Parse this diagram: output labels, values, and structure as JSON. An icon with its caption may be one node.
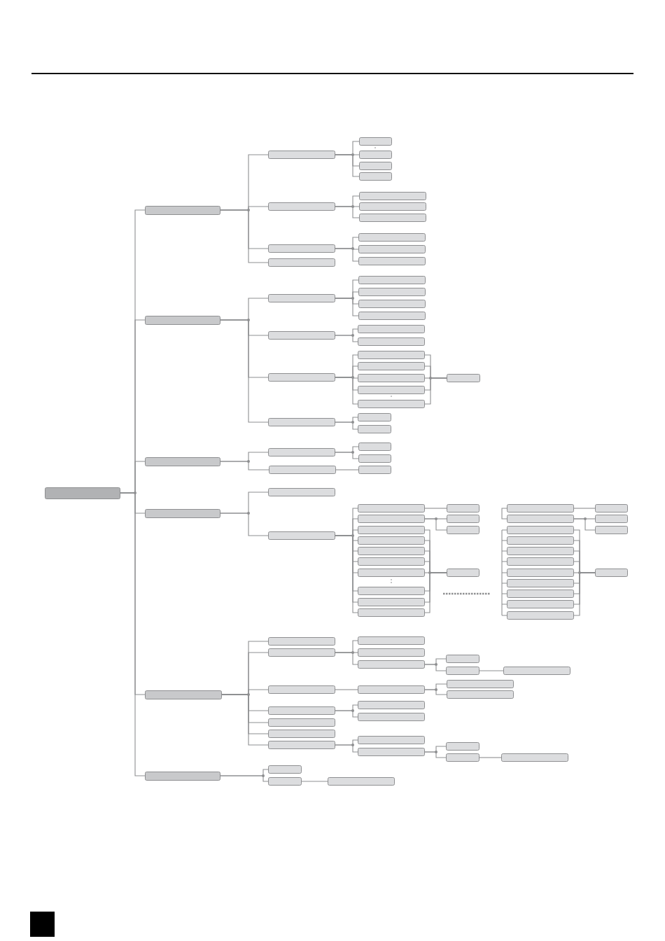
{
  "diagram": {
    "nodes": [
      {
        "text": [],
        "shape": "box"
      },
      {
        "text": [],
        "shape": "box"
      },
      {
        "text": [],
        "shape": "box"
      },
      {
        "text": [],
        "shape": "box"
      },
      {
        "text": [],
        "shape": "box"
      },
      {
        "text": [],
        "shape": "box"
      },
      {
        "text": [],
        "shape": "box"
      },
      {
        "text": [],
        "shape": "box"
      },
      {
        "text": [],
        "shape": "box"
      },
      {
        "text": [],
        "shape": "box"
      },
      {
        "text": [],
        "shape": "box"
      },
      {
        "text": [],
        "shape": "box"
      },
      {
        "text": [],
        "shape": "box"
      },
      {
        "text": [],
        "shape": "box"
      },
      {
        "text": [],
        "shape": "box"
      },
      {
        "text": [],
        "shape": "box"
      },
      {
        "text": [],
        "shape": "box"
      },
      {
        "text": [],
        "shape": "box"
      },
      {
        "text": [],
        "shape": "box"
      },
      {
        "text": [],
        "shape": "box"
      },
      {
        "text": [],
        "shape": "box"
      },
      {
        "text": [],
        "shape": "box"
      },
      {
        "text": [],
        "shape": "box"
      },
      {
        "text": [],
        "shape": "box"
      },
      {
        "text": [],
        "shape": "box"
      },
      {
        "text": [],
        "shape": "box"
      },
      {
        "text": [],
        "shape": "box"
      },
      {
        "text": [],
        "shape": "box"
      },
      {
        "text": [],
        "shape": "box"
      },
      {
        "text": [],
        "shape": "box"
      },
      {
        "text": [],
        "shape": "box"
      },
      {
        "text": [],
        "shape": "box"
      },
      {
        "text": [],
        "shape": "box"
      },
      {
        "text": [],
        "shape": "box"
      },
      {
        "text": [],
        "shape": "box"
      },
      {
        "text": [],
        "shape": "box"
      },
      {
        "text": [],
        "shape": "box"
      },
      {
        "text": [],
        "shape": "box"
      },
      {
        "text": [],
        "shape": "box"
      },
      {
        "text": [],
        "shape": "box"
      },
      {
        "text": [],
        "shape": "box"
      },
      {
        "text": [],
        "shape": "box"
      },
      {
        "text": [],
        "shape": "box"
      },
      {
        "text": [],
        "shape": "box"
      },
      {
        "text": [],
        "shape": "box"
      },
      {
        "text": [],
        "shape": "box"
      },
      {
        "text": [],
        "shape": "box"
      },
      {
        "text": [],
        "shape": "box"
      },
      {
        "text": [],
        "shape": "box"
      },
      {
        "text": [],
        "shape": "box"
      },
      {
        "text": [],
        "shape": "box"
      },
      {
        "text": [],
        "shape": "box"
      },
      {
        "text": [],
        "shape": "box"
      },
      {
        "text": [],
        "shape": "box"
      },
      {
        "text": [],
        "shape": "box"
      },
      {
        "text": [],
        "shape": "box"
      },
      {
        "text": [],
        "shape": "box"
      },
      {
        "text": [],
        "shape": "box"
      },
      {
        "text": [],
        "shape": "box"
      },
      {
        "text": [],
        "shape": "box"
      },
      {
        "text": [],
        "shape": "box"
      },
      {
        "text": [],
        "shape": "box"
      },
      {
        "text": [],
        "shape": "box"
      },
      {
        "text": [],
        "shape": "box"
      },
      {
        "text": [],
        "shape": "box"
      },
      {
        "text": [],
        "shape": "box"
      },
      {
        "text": [],
        "shape": "box"
      },
      {
        "text": [],
        "shape": "box"
      },
      {
        "text": [],
        "shape": "box"
      },
      {
        "text": [],
        "shape": "box"
      },
      {
        "text": [],
        "shape": "box"
      },
      {
        "text": [],
        "shape": "box"
      },
      {
        "text": [],
        "shape": "box"
      },
      {
        "text": [],
        "shape": "box"
      },
      {
        "text": [],
        "shape": "box"
      },
      {
        "text": [],
        "shape": "box"
      },
      {
        "text": [],
        "shape": "box"
      },
      {
        "text": [],
        "shape": "box"
      },
      {
        "text": [],
        "shape": "box"
      },
      {
        "text": [],
        "shape": "box"
      },
      {
        "text": [],
        "shape": "box"
      },
      {
        "text": [],
        "shape": "box"
      },
      {
        "text": [],
        "shape": "box"
      },
      {
        "text": [],
        "shape": "box"
      },
      {
        "text": [],
        "shape": "box"
      },
      {
        "text": [],
        "shape": "box"
      },
      {
        "text": [],
        "shape": "box"
      },
      {
        "text": [],
        "shape": "box"
      },
      {
        "text": [],
        "shape": "box"
      },
      {
        "text": [],
        "shape": "box"
      },
      {
        "text": [],
        "shape": "box"
      },
      {
        "text": [],
        "shape": "box"
      },
      {
        "text": [],
        "shape": "box"
      },
      {
        "text": [],
        "shape": "box"
      },
      {
        "text": [],
        "shape": "box"
      },
      {
        "text": [],
        "shape": "box"
      },
      {
        "text": [],
        "shape": "box"
      },
      {
        "text": [],
        "shape": "box"
      },
      {
        "text": [],
        "shape": "box"
      },
      {
        "text": [],
        "shape": "box"
      },
      {
        "text": [],
        "shape": "box"
      }
    ],
    "edges": [
      {
        "from": 0,
        "to": 1,
        "arrow": "none"
      },
      {
        "from": 0,
        "to": 16,
        "arrow": "none"
      },
      {
        "from": 0,
        "to": 35,
        "arrow": "none"
      },
      {
        "from": 0,
        "to": 41,
        "arrow": "none"
      },
      {
        "from": 0,
        "to": 73,
        "arrow": "none"
      },
      {
        "from": 0,
        "to": 97,
        "arrow": "none"
      },
      {
        "from": 1,
        "to": 2,
        "arrow": "none"
      },
      {
        "from": 1,
        "to": 7,
        "arrow": "none"
      },
      {
        "from": 1,
        "to": 11,
        "arrow": "none"
      },
      {
        "from": 1,
        "to": 15,
        "arrow": "none"
      },
      {
        "from": 2,
        "to": 3,
        "arrow": "none"
      },
      {
        "from": 2,
        "to": 4,
        "arrow": "none"
      },
      {
        "from": 2,
        "to": 5,
        "arrow": "none"
      },
      {
        "from": 2,
        "to": 6,
        "arrow": "none"
      },
      {
        "from": 7,
        "to": 8,
        "arrow": "none"
      },
      {
        "from": 7,
        "to": 9,
        "arrow": "none"
      },
      {
        "from": 7,
        "to": 10,
        "arrow": "none"
      },
      {
        "from": 11,
        "to": 12,
        "arrow": "none"
      },
      {
        "from": 11,
        "to": 13,
        "arrow": "none"
      },
      {
        "from": 11,
        "to": 14,
        "arrow": "none"
      },
      {
        "from": 16,
        "to": 17,
        "arrow": "none"
      },
      {
        "from": 16,
        "to": 22,
        "arrow": "none"
      },
      {
        "from": 16,
        "to": 25,
        "arrow": "none"
      },
      {
        "from": 16,
        "to": 32,
        "arrow": "none"
      },
      {
        "from": 17,
        "to": 18,
        "arrow": "none"
      },
      {
        "from": 17,
        "to": 19,
        "arrow": "none"
      },
      {
        "from": 17,
        "to": 20,
        "arrow": "none"
      },
      {
        "from": 17,
        "to": 21,
        "arrow": "none"
      },
      {
        "from": 22,
        "to": 23,
        "arrow": "none"
      },
      {
        "from": 22,
        "to": 24,
        "arrow": "none"
      },
      {
        "from": 25,
        "to": 26,
        "arrow": "none"
      },
      {
        "from": 25,
        "to": 27,
        "arrow": "none"
      },
      {
        "from": 25,
        "to": 28,
        "arrow": "none"
      },
      {
        "from": 25,
        "to": 29,
        "arrow": "none"
      },
      {
        "from": 25,
        "to": 30,
        "arrow": "none"
      },
      {
        "from": 26,
        "to": 31,
        "arrow": "none"
      },
      {
        "from": 27,
        "to": 31,
        "arrow": "none"
      },
      {
        "from": 28,
        "to": 31,
        "arrow": "none"
      },
      {
        "from": 29,
        "to": 31,
        "arrow": "none"
      },
      {
        "from": 30,
        "to": 31,
        "arrow": "none"
      },
      {
        "from": 32,
        "to": 33,
        "arrow": "none"
      },
      {
        "from": 32,
        "to": 34,
        "arrow": "none"
      },
      {
        "from": 35,
        "to": 36,
        "arrow": "none"
      },
      {
        "from": 35,
        "to": 39,
        "arrow": "none"
      },
      {
        "from": 36,
        "to": 37,
        "arrow": "none"
      },
      {
        "from": 36,
        "to": 38,
        "arrow": "none"
      },
      {
        "from": 39,
        "to": 40,
        "arrow": "none"
      },
      {
        "from": 41,
        "to": 42,
        "arrow": "none"
      },
      {
        "from": 41,
        "to": 43,
        "arrow": "none"
      },
      {
        "from": 43,
        "to": 44,
        "arrow": "none"
      },
      {
        "from": 43,
        "to": 45,
        "arrow": "none"
      },
      {
        "from": 43,
        "to": 46,
        "arrow": "none"
      },
      {
        "from": 43,
        "to": 47,
        "arrow": "none"
      },
      {
        "from": 43,
        "to": 48,
        "arrow": "none"
      },
      {
        "from": 43,
        "to": 49,
        "arrow": "none"
      },
      {
        "from": 43,
        "to": 50,
        "arrow": "none"
      },
      {
        "from": 43,
        "to": 51,
        "arrow": "none"
      },
      {
        "from": 43,
        "to": 52,
        "arrow": "none"
      },
      {
        "from": 43,
        "to": 53,
        "arrow": "none"
      },
      {
        "from": 44,
        "to": 54,
        "arrow": "none"
      },
      {
        "from": 45,
        "to": 55,
        "arrow": "none"
      },
      {
        "from": 45,
        "to": 56,
        "arrow": "none"
      },
      {
        "from": 46,
        "to": 57,
        "arrow": "none"
      },
      {
        "from": 47,
        "to": 57,
        "arrow": "none"
      },
      {
        "from": 48,
        "to": 57,
        "arrow": "none"
      },
      {
        "from": 49,
        "to": 57,
        "arrow": "none"
      },
      {
        "from": 50,
        "to": 57,
        "arrow": "none"
      },
      {
        "from": 51,
        "to": 57,
        "arrow": "none"
      },
      {
        "from": 52,
        "to": 57,
        "arrow": "none"
      },
      {
        "from": 53,
        "to": 57,
        "arrow": "none"
      },
      {
        "from": 58,
        "to": 69,
        "arrow": "none"
      },
      {
        "from": 59,
        "to": 70,
        "arrow": "none"
      },
      {
        "from": 59,
        "to": 71,
        "arrow": "none"
      },
      {
        "from": 60,
        "to": 72,
        "arrow": "none"
      },
      {
        "from": 61,
        "to": 72,
        "arrow": "none"
      },
      {
        "from": 62,
        "to": 72,
        "arrow": "none"
      },
      {
        "from": 63,
        "to": 72,
        "arrow": "none"
      },
      {
        "from": 64,
        "to": 72,
        "arrow": "none"
      },
      {
        "from": 65,
        "to": 72,
        "arrow": "none"
      },
      {
        "from": 66,
        "to": 72,
        "arrow": "none"
      },
      {
        "from": 67,
        "to": 72,
        "arrow": "none"
      },
      {
        "from": 68,
        "to": 72,
        "arrow": "none"
      },
      {
        "from": 73,
        "to": 74,
        "arrow": "none"
      },
      {
        "from": 73,
        "to": 75,
        "arrow": "none"
      },
      {
        "from": 73,
        "to": 82,
        "arrow": "none"
      },
      {
        "from": 73,
        "to": 86,
        "arrow": "none"
      },
      {
        "from": 73,
        "to": 89,
        "arrow": "none"
      },
      {
        "from": 73,
        "to": 90,
        "arrow": "none"
      },
      {
        "from": 73,
        "to": 91,
        "arrow": "none"
      },
      {
        "from": 75,
        "to": 76,
        "arrow": "none"
      },
      {
        "from": 75,
        "to": 77,
        "arrow": "none"
      },
      {
        "from": 75,
        "to": 78,
        "arrow": "none"
      },
      {
        "from": 78,
        "to": 79,
        "arrow": "none"
      },
      {
        "from": 78,
        "to": 80,
        "arrow": "none"
      },
      {
        "from": 80,
        "to": 81,
        "arrow": "none"
      },
      {
        "from": 82,
        "to": 83,
        "arrow": "none"
      },
      {
        "from": 83,
        "to": 84,
        "arrow": "none"
      },
      {
        "from": 83,
        "to": 85,
        "arrow": "none"
      },
      {
        "from": 86,
        "to": 87,
        "arrow": "none"
      },
      {
        "from": 86,
        "to": 88,
        "arrow": "none"
      },
      {
        "from": 91,
        "to": 92,
        "arrow": "none"
      },
      {
        "from": 91,
        "to": 93,
        "arrow": "none"
      },
      {
        "from": 93,
        "to": 94,
        "arrow": "none"
      },
      {
        "from": 93,
        "to": 95,
        "arrow": "none"
      },
      {
        "from": 95,
        "to": 96,
        "arrow": "none"
      },
      {
        "from": 97,
        "to": 98,
        "arrow": "none"
      },
      {
        "from": 97,
        "to": 99,
        "arrow": "none"
      },
      {
        "from": 99,
        "to": 100,
        "arrow": "none"
      }
    ]
  }
}
